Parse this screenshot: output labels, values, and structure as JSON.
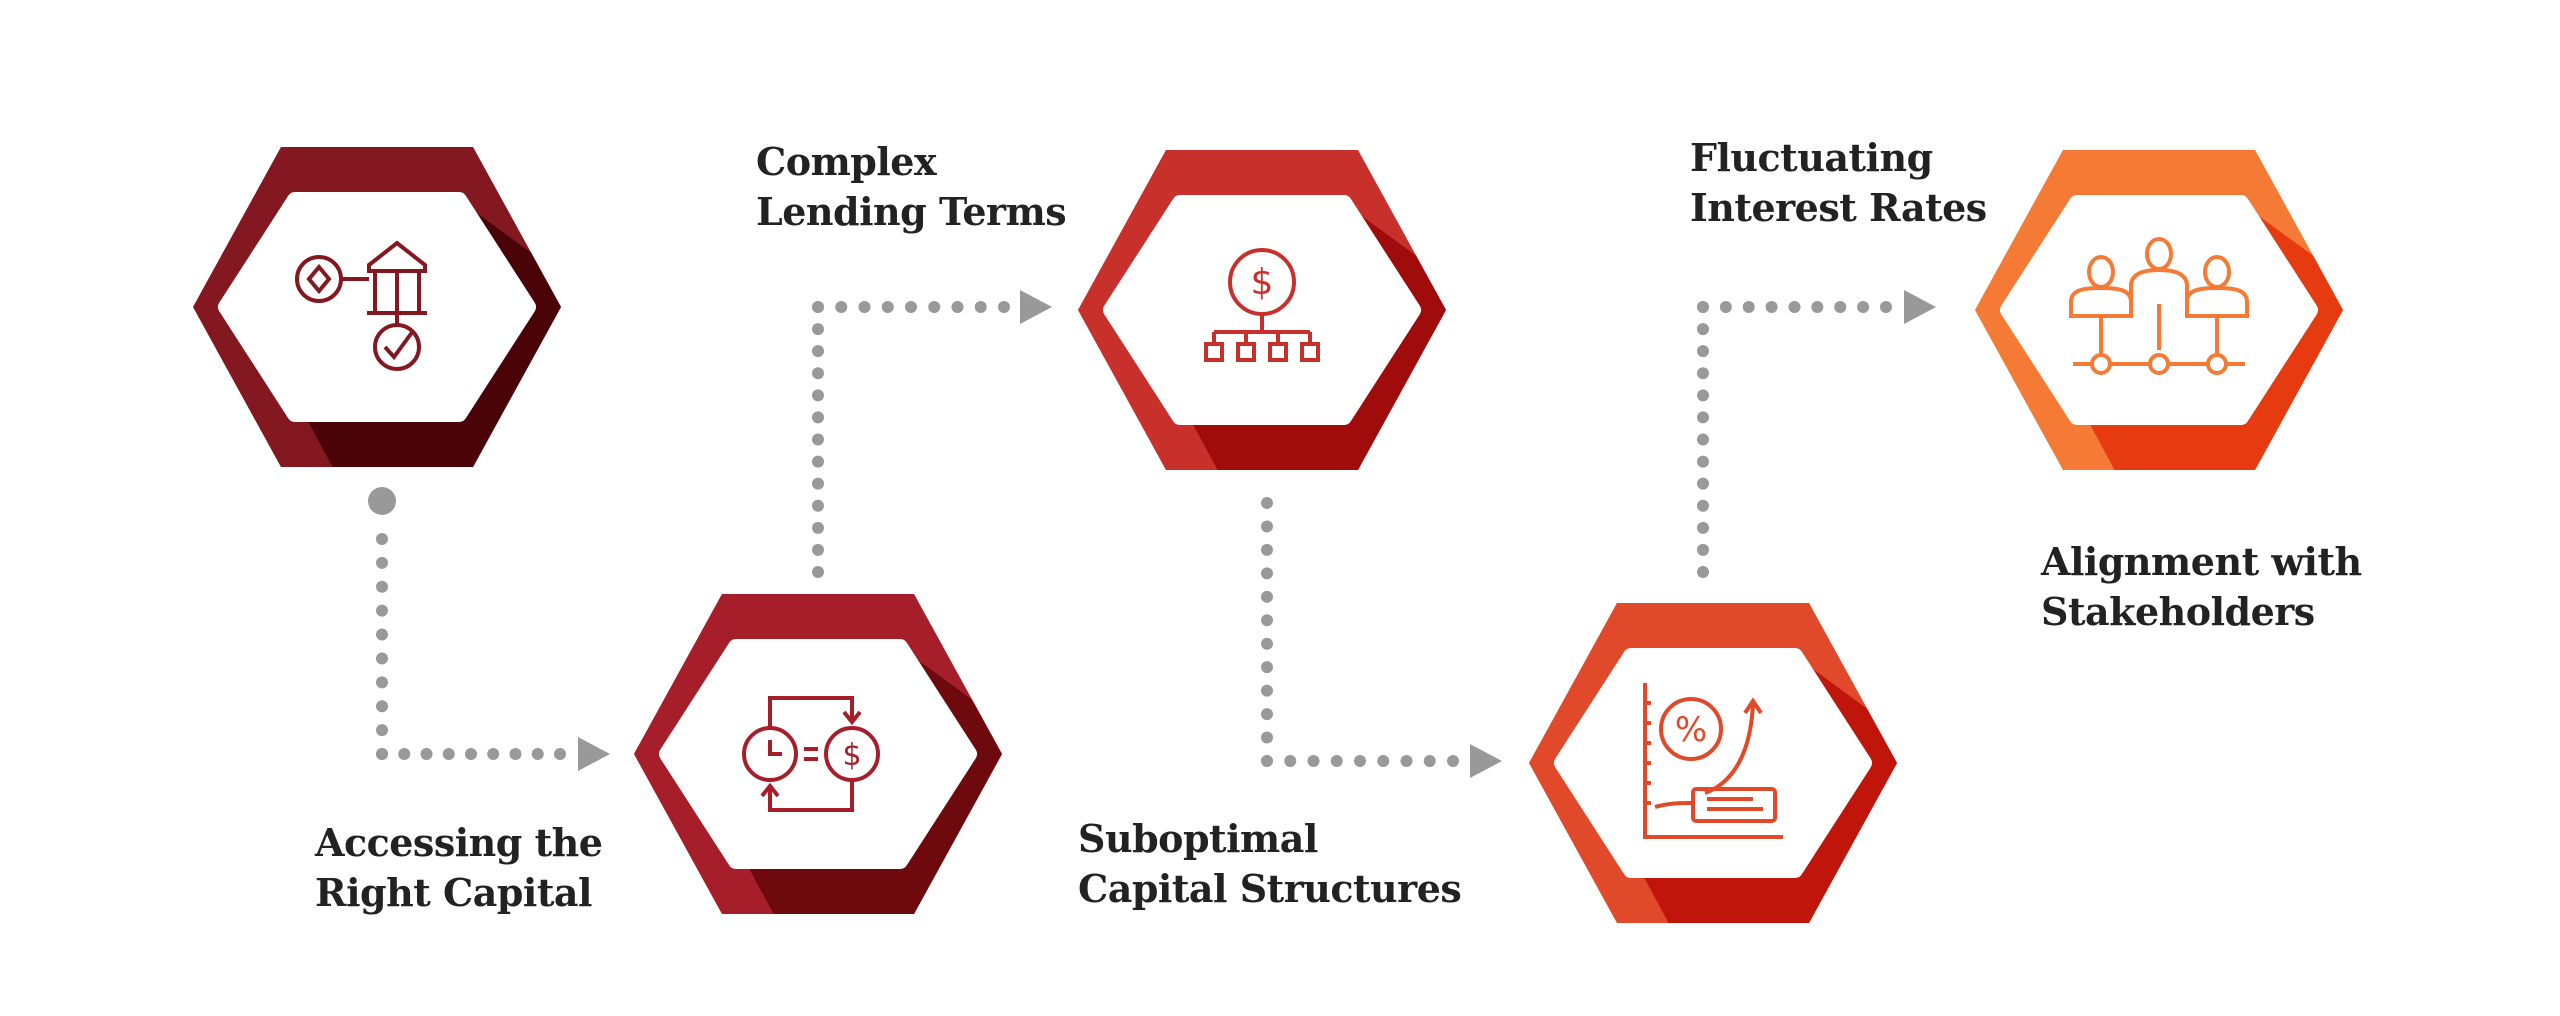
{
  "steps": [
    {
      "id": "bank",
      "icon": "bank-approval-icon",
      "color": "#841820",
      "shade": "#4a0306"
    },
    {
      "id": "access",
      "icon": "time-is-money-icon",
      "color": "#a61e2a",
      "shade": "#6e0a0e",
      "label": [
        "Accessing the",
        "Right Capital"
      ]
    },
    {
      "id": "lending",
      "icon": "dollar-hierarchy-icon",
      "color": "#c8302c",
      "shade": "#a00c0c",
      "label": [
        "Complex",
        "Lending Terms"
      ]
    },
    {
      "id": "capital",
      "icon": "interest-rate-chart-icon",
      "color": "#e04a2a",
      "shade": "#c0150a",
      "label": [
        "Suboptimal",
        "Capital Structures"
      ]
    },
    {
      "id": "rates",
      "icon": "stakeholders-network-icon",
      "color": "#f47a35",
      "shade": "#e63a10",
      "label": [
        "Fluctuating",
        "Interest Rates"
      ]
    },
    {
      "id": "align",
      "label": [
        "Alignment with",
        "Stakeholders"
      ]
    }
  ],
  "connector_color": "#999999"
}
